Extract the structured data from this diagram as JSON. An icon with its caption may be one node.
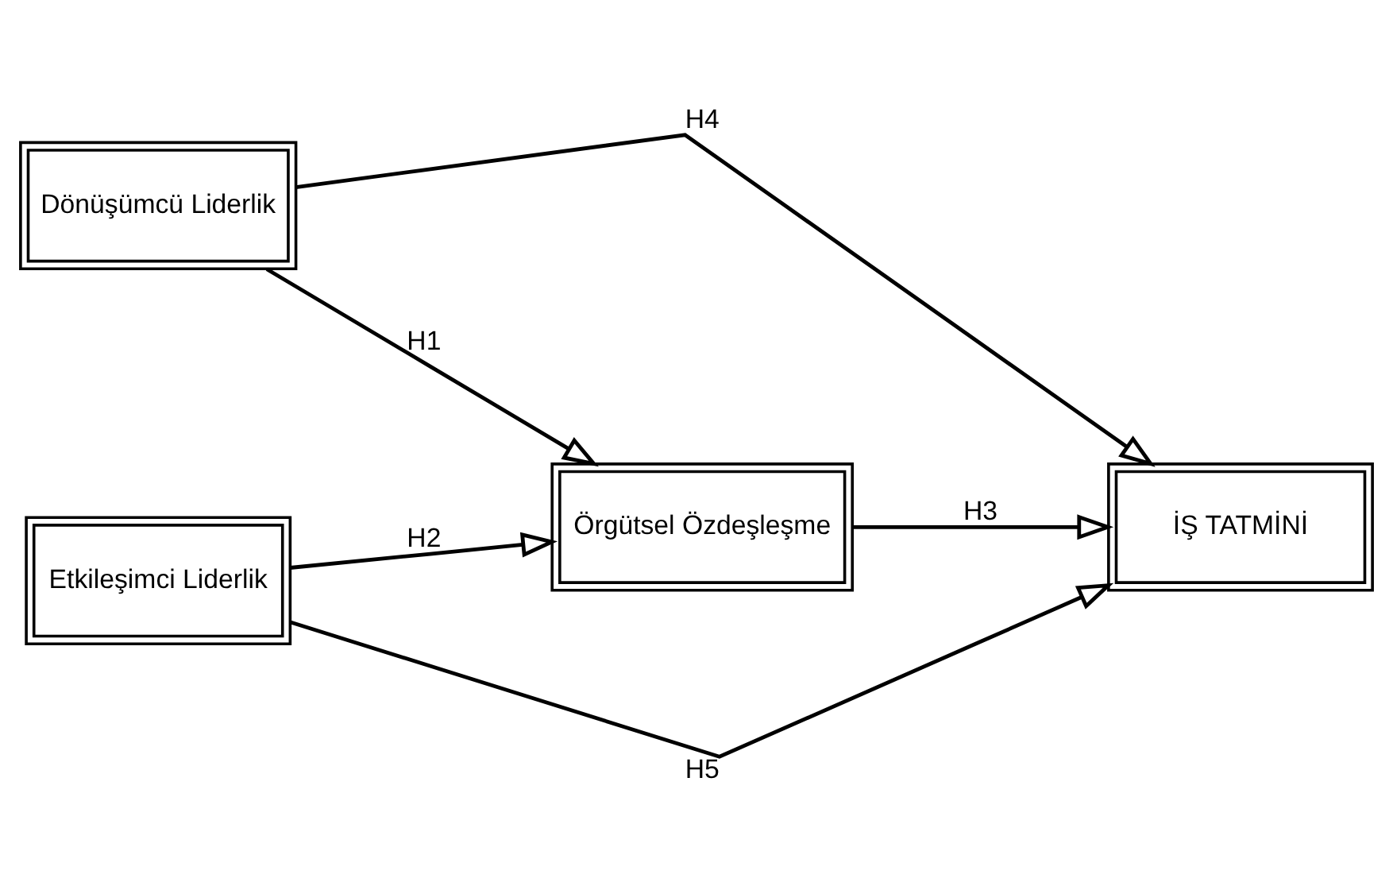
{
  "diagram": {
    "nodes": [
      {
        "text": [
          "Dönüşümcü Liderlik"
        ]
      },
      {
        "text": [
          "Örgütsel Özdeşleşme"
        ]
      },
      {
        "text": [
          "İŞ TATMİNİ"
        ]
      },
      {
        "text": [
          "Etkileşimci Liderlik"
        ]
      }
    ],
    "edges": [
      {
        "from": 0,
        "to": 1,
        "arrow": "to",
        "label": "H1"
      },
      {
        "from": 3,
        "to": 1,
        "arrow": "to",
        "label": "H2"
      },
      {
        "from": 1,
        "to": 2,
        "arrow": "to",
        "label": "H3"
      },
      {
        "from": 0,
        "to": 2,
        "arrow": "to",
        "label": "H4"
      },
      {
        "from": 3,
        "to": 2,
        "arrow": "to",
        "label": "H5"
      }
    ]
  }
}
